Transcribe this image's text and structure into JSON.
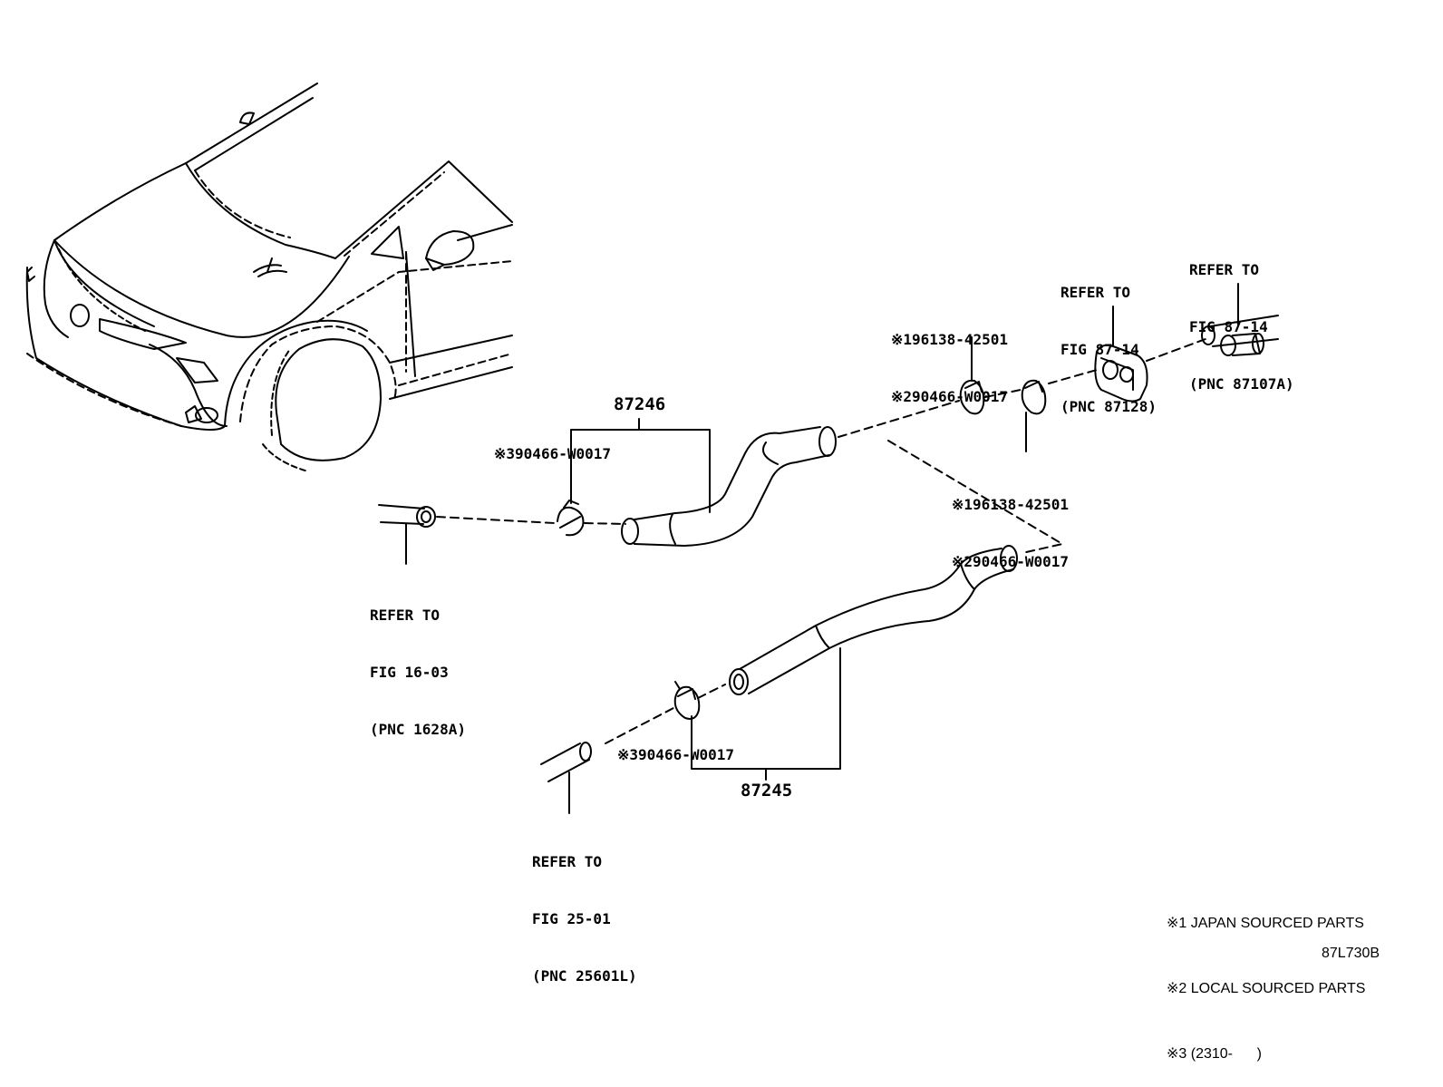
{
  "callouts": {
    "hose_87246": "87246",
    "hose_87245": "87245",
    "clamp_top_a": [
      "※196138-42501",
      "※290466-W0017"
    ],
    "clamp_top_b": [
      "※196138-42501",
      "※290466-W0017"
    ],
    "clamp_mid": "※390466-W0017",
    "clamp_low": "※390466-W0017"
  },
  "refs": {
    "left_pipe": [
      "REFER TO",
      "FIG 16-03",
      "(PNC 1628A)"
    ],
    "bottom_pipe": [
      "REFER TO",
      "FIG 25-01",
      "(PNC 25601L)"
    ],
    "grommet": [
      "REFER TO",
      "FIG 87-14",
      "(PNC 87128)"
    ],
    "right_pipe": [
      "REFER TO",
      "FIG 87-14",
      "(PNC 87107A)"
    ]
  },
  "notes": [
    "※1 JAPAN SOURCED PARTS",
    "※2 LOCAL SOURCED PARTS",
    "※3 (2310-      )"
  ],
  "figure_id": "87L730B"
}
